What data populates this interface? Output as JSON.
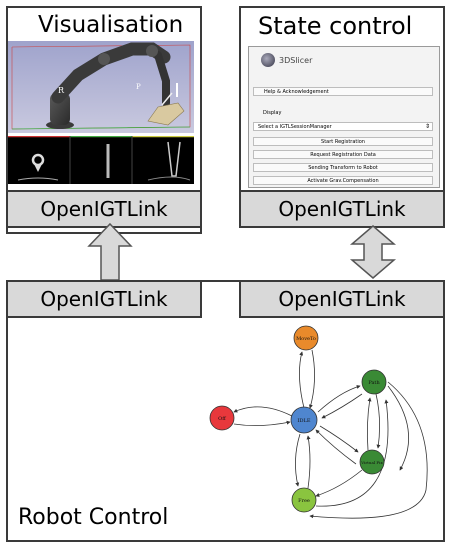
{
  "panels": {
    "visualisation": {
      "title": "Visualisation",
      "link_label": "OpenIGTLink"
    },
    "state_control": {
      "title": "State control",
      "link_label": "OpenIGTLink"
    },
    "robot_control": {
      "title": "Robot Control",
      "link_left_label": "OpenIGTLink",
      "link_right_label": "OpenIGTLink"
    }
  },
  "slicer_ui": {
    "logo_text": "3DSlicer",
    "help_label": "Help & Acknowledgement",
    "display_label": "Display",
    "select_value": "Select a IGTLSessionManager",
    "buttons": [
      "Start Registration",
      "Request Registration Data",
      "Sending Transform to Robot",
      "Activate Grav.Compensation"
    ]
  },
  "viewer_labels": {
    "r": "R",
    "p": "P"
  },
  "arrows": {
    "left": "one-way up",
    "right": "two-way"
  },
  "state_graph": {
    "nodes": [
      {
        "id": "movetr",
        "label": "MoveTo",
        "color": "#e98a2b"
      },
      {
        "id": "off",
        "label": "Off",
        "color": "#e8383c"
      },
      {
        "id": "idle",
        "label": "IDLE",
        "color": "#4f86cf"
      },
      {
        "id": "path",
        "label": "Path",
        "color": "#3a8a35"
      },
      {
        "id": "virtual",
        "label": "Virtual Fix",
        "color": "#3a8a35"
      },
      {
        "id": "free",
        "label": "Free",
        "color": "#8ac43f"
      }
    ]
  }
}
